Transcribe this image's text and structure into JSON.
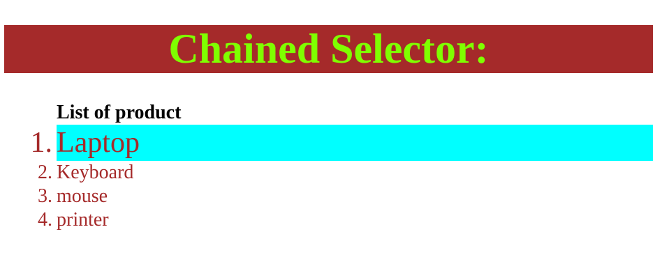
{
  "header": {
    "title": "Chained Selector:"
  },
  "list": {
    "heading": "List of product",
    "items": [
      {
        "marker": "1.",
        "label": "Laptop"
      },
      {
        "marker": "2.",
        "label": "Keyboard"
      },
      {
        "marker": "3.",
        "label": "mouse"
      },
      {
        "marker": "4.",
        "label": "printer"
      }
    ]
  },
  "colors": {
    "banner_background": "#a52a2a",
    "banner_text": "#7fff00",
    "list_text": "#a52a2a",
    "highlight": "#00ffff"
  }
}
